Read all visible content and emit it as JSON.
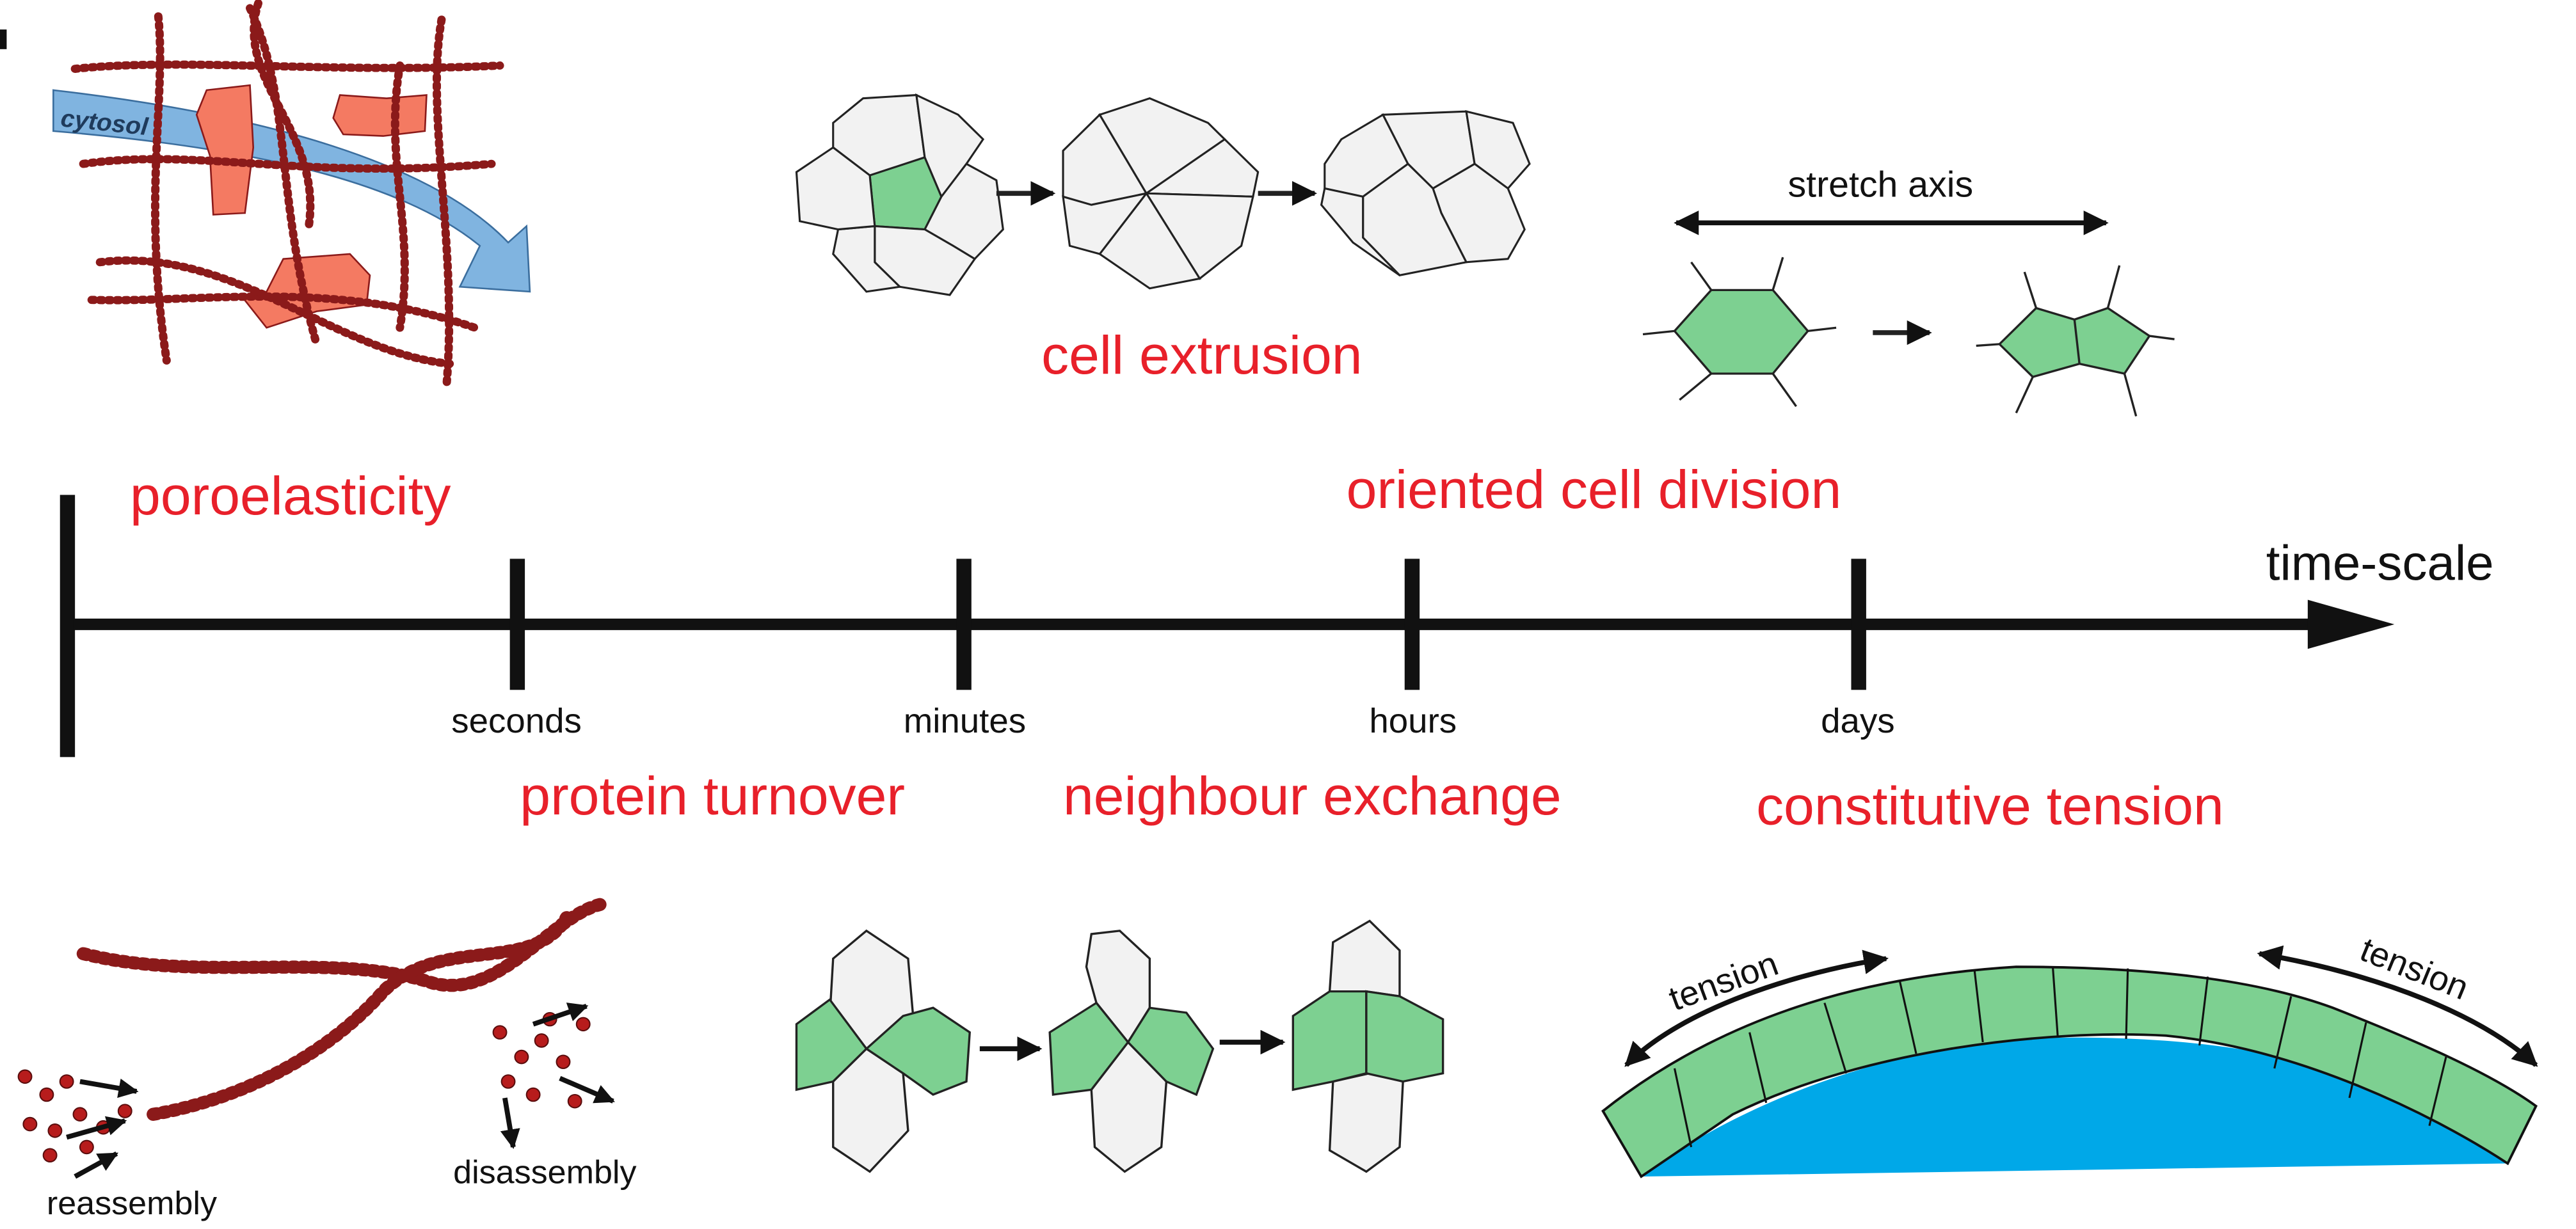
{
  "labels": {
    "cytosol": "cytosol",
    "stretch_axis": "stretch axis",
    "time_scale": "time-scale",
    "tension_left": "tension",
    "tension_right": "tension",
    "reassembly": "reassembly",
    "disassembly": "disassembly"
  },
  "processes": {
    "poroelasticity": "poroelasticity",
    "cell_extrusion": "cell extrusion",
    "oriented_cell_division": "oriented cell division",
    "protein_turnover": "protein turnover",
    "neighbour_exchange": "neighbour exchange",
    "constitutive_tension": "constitutive tension"
  },
  "ticks": [
    "seconds",
    "minutes",
    "hours",
    "days"
  ],
  "colors": {
    "process_label": "#e8202a",
    "cell_green": "#7dd091",
    "cell_grey": "#f2f2f2",
    "actin_red": "#8b1a1a",
    "blob_salmon": "#f47a62",
    "cytosol_arrow": "#80b4e0",
    "lumen_blue": "#00a8e8",
    "axis": "#111111"
  }
}
